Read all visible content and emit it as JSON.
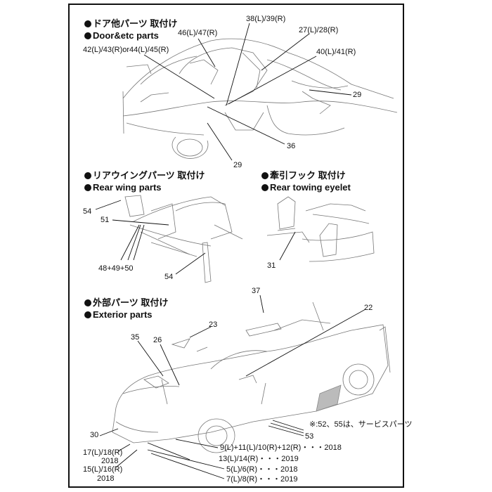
{
  "sections": {
    "door": {
      "title_jp": "ドア他パーツ 取付け",
      "title_en": "Door&etc parts"
    },
    "rear_wing": {
      "title_jp": "リアウイングパーツ 取付け",
      "title_en": "Rear wing  parts"
    },
    "towing": {
      "title_jp": "牽引フック 取付け",
      "title_en": "Rear towing eyelet"
    },
    "exterior": {
      "title_jp": "外部パーツ 取付け",
      "title_en": "Exterior parts"
    }
  },
  "labels": {
    "door": {
      "l38": "38(L)/39(R)",
      "l46": "46(L)/47(R)",
      "l27": "27(L)/28(R)",
      "l42": "42(L)/43(R)or44(L)/45(R)",
      "l40": "40(L)/41(R)",
      "l29a": "29",
      "l36": "36",
      "l29b": "29"
    },
    "rear_wing": {
      "l54a": "54",
      "l51": "51",
      "l48": "48+49+50",
      "l54b": "54"
    },
    "towing": {
      "l31": "31"
    },
    "exterior": {
      "l37": "37",
      "l22": "22",
      "l23": "23",
      "l35": "35",
      "l26": "26",
      "l30": "30",
      "l53": "53",
      "service_note": "※:52、55は、サービスパーツ",
      "l9": "9(L)+11(L)/10(R)+12(R)・・・2018",
      "l13": "13(L)/14(R)・・・2019",
      "l17": "17(L)/18(R)",
      "l17y": "2018",
      "l15": "15(L)/16(R)",
      "l15y": "2018",
      "l5": "5(L)/6(R)・・・2018",
      "l7": "7(L)/8(R)・・・2019"
    }
  }
}
